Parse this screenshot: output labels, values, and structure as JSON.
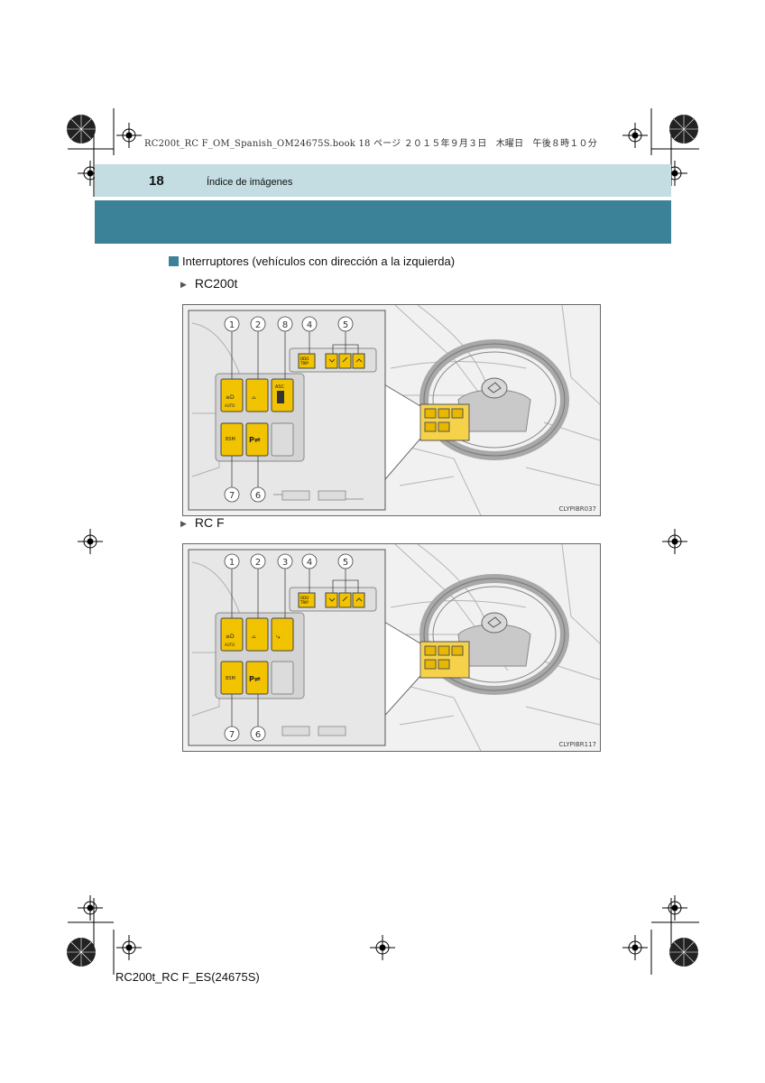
{
  "header": {
    "file_line": "RC200t_RC F_OM_Spanish_OM24675S.book  18 ページ  ２０１５年９月３日　木曜日　午後８時１０分",
    "page_number": "18",
    "section": "Índice de imágenes"
  },
  "heading": "Interruptores (vehículos con dirección a la izquierda)",
  "figures": [
    {
      "label": "RC200t",
      "code": "CLYPIBR037",
      "callouts": [
        "1",
        "2",
        "8",
        "4",
        "5",
        "7",
        "6"
      ],
      "button_labels": {
        "odo": "ODO\nTRIP",
        "switch3": "ASC"
      }
    },
    {
      "label": "RC F",
      "code": "CLYPIBR117",
      "callouts": [
        "1",
        "2",
        "3",
        "4",
        "5",
        "7",
        "6"
      ],
      "button_labels": {
        "odo": "ODO\nTRIP"
      }
    }
  ],
  "footer": "RC200t_RC F_ES(24675S)",
  "colors": {
    "band_light": "#c3dde2",
    "band_dark": "#3b8198",
    "button_yellow": "#f2c300"
  }
}
